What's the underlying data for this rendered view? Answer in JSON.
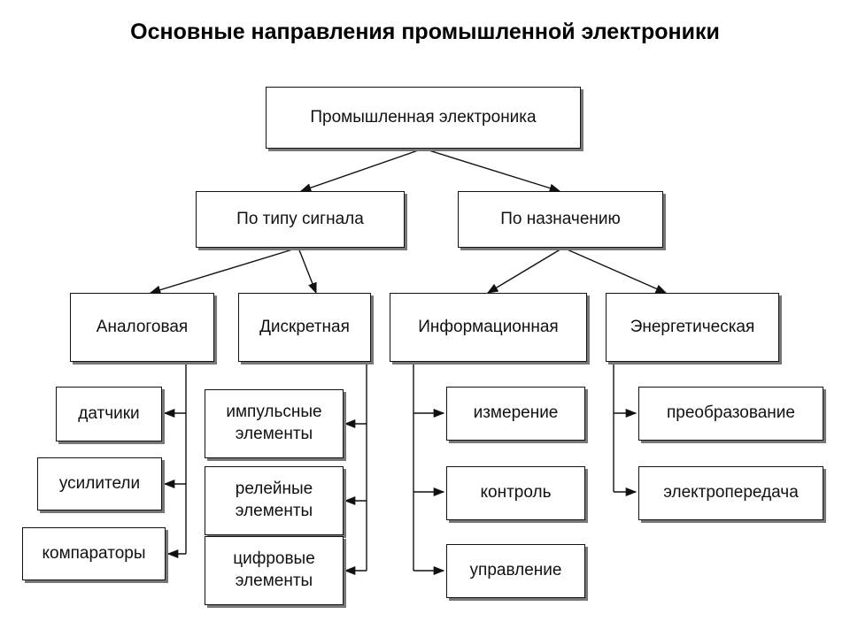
{
  "title": "Основные направления промышленной электроники",
  "nodes": {
    "root": "Промышленная электроника",
    "by_signal": "По типу сигнала",
    "by_purpose": "По назначению",
    "analog": "Аналоговая",
    "discrete": "Дискретная",
    "information": "Информационная",
    "energy": "Энергетическая",
    "sensors": "датчики",
    "amplifiers": "усилители",
    "comparators": "компараторы",
    "pulse": "импульсные\nэлементы",
    "relay": "релейные\nэлементы",
    "digital": "цифровые\nэлементы",
    "measurement": "измерение",
    "control": "контроль",
    "management": "управление",
    "conversion": "преобразование",
    "transmission": "электропередача"
  }
}
